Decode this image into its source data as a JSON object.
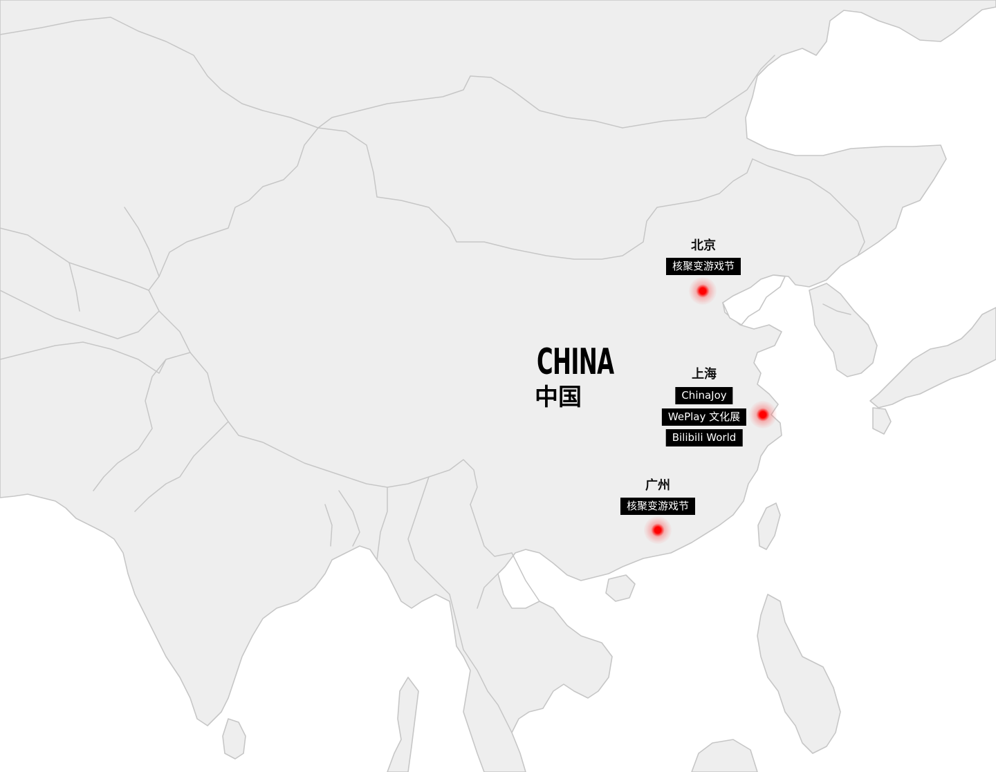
{
  "map": {
    "country_en": "CHINA",
    "country_zh": "中国",
    "colors": {
      "land": "#eeeeee",
      "border": "#c6c6c6",
      "sea": "#ffffff",
      "marker": "#ff0000",
      "tag_background": "#000000",
      "tag_text": "#ffffff"
    },
    "cities": [
      {
        "name": "北京",
        "events": [
          "核聚变游戏节"
        ]
      },
      {
        "name": "上海",
        "events": [
          "ChinaJoy",
          "WePlay 文化展",
          "Bilibili World"
        ]
      },
      {
        "name": "广州",
        "events": [
          "核聚变游戏节"
        ]
      }
    ]
  }
}
